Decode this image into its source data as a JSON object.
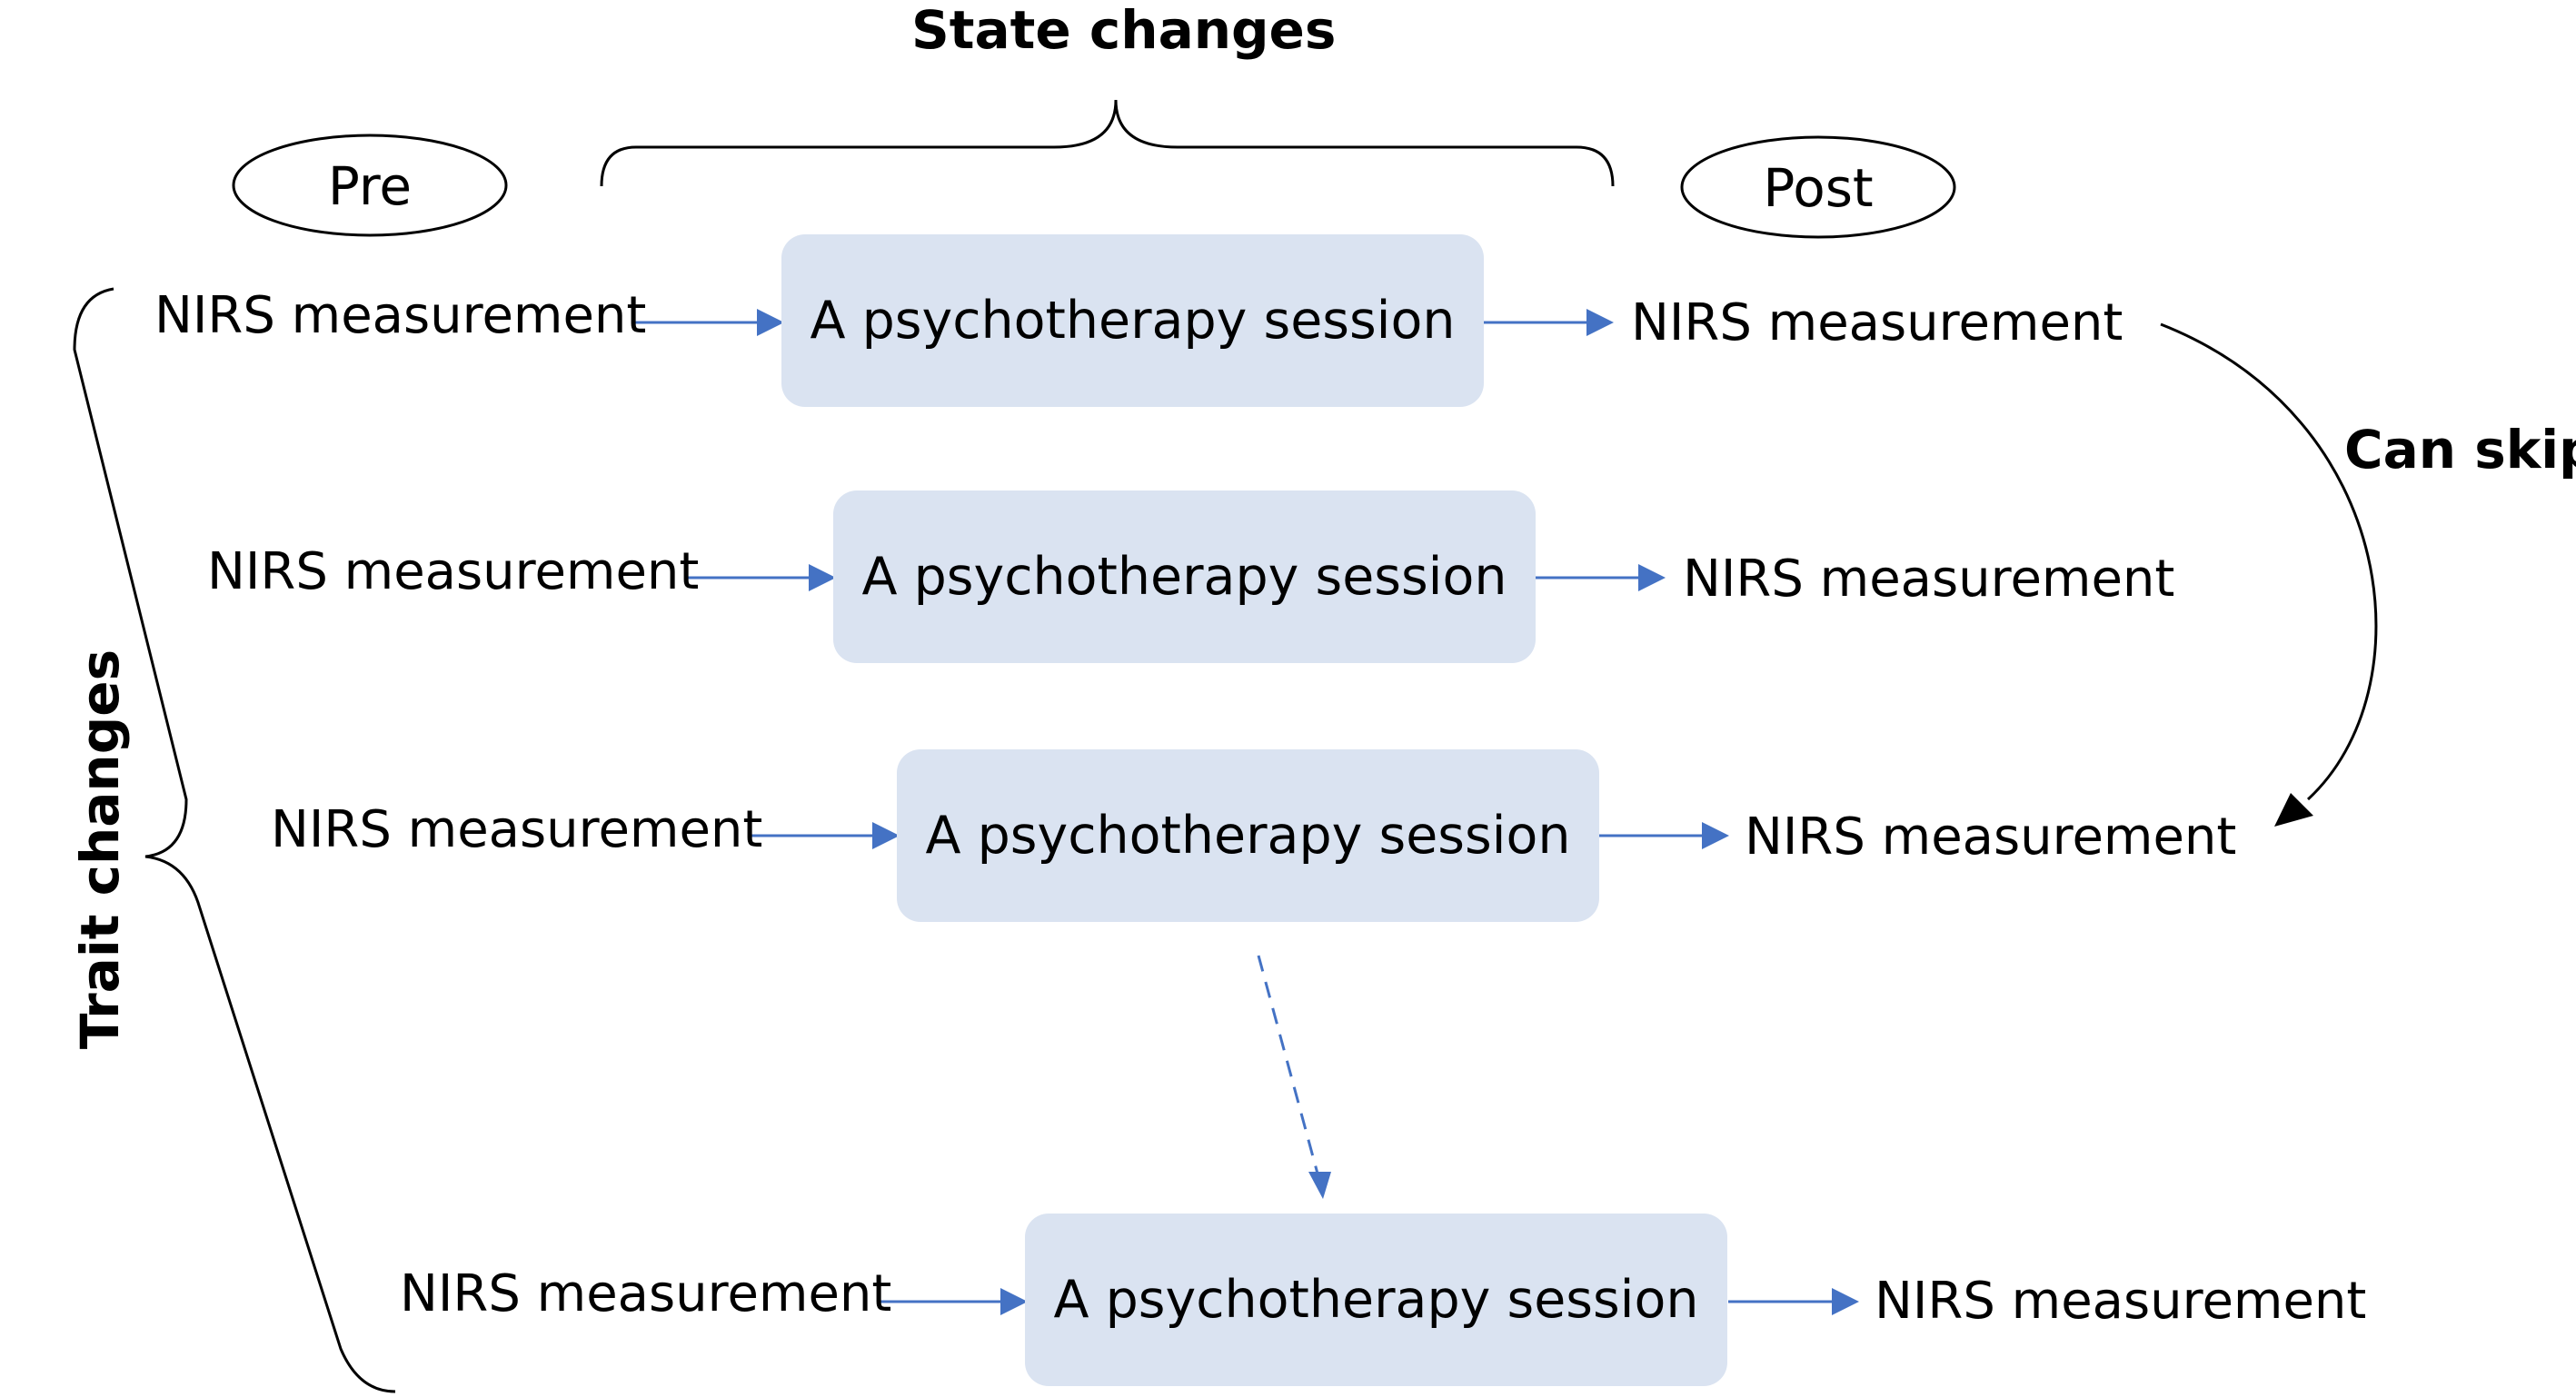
{
  "header": {
    "state_changes": "State changes",
    "pre": "Pre",
    "post": "Post",
    "can_skip": "Can skip",
    "trait_changes": "Trait changes"
  },
  "rows": [
    {
      "pre": "NIRS measurement",
      "session": "A psychotherapy session",
      "post": "NIRS measurement"
    },
    {
      "pre": "NIRS measurement",
      "session": "A psychotherapy session",
      "post": "NIRS measurement"
    },
    {
      "pre": "NIRS measurement",
      "session": "A psychotherapy session",
      "post": "NIRS measurement"
    },
    {
      "pre": "NIRS measurement",
      "session": "A psychotherapy session",
      "post": "NIRS measurement"
    }
  ],
  "colors": {
    "session_fill": "#dae3f1",
    "arrow_blue": "#4472c4",
    "line_black": "#000000"
  }
}
